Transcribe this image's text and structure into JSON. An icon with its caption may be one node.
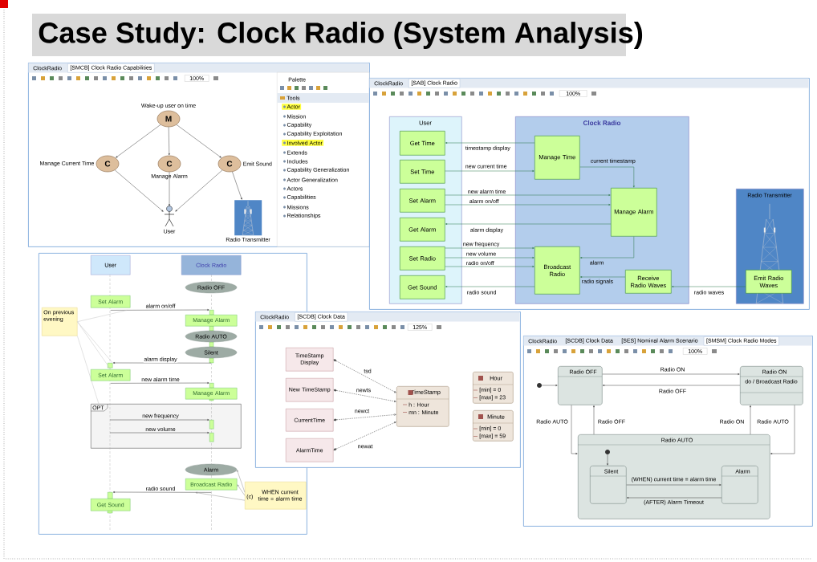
{
  "diagram": {
    "title": "Case Study: Clock Radio (System Analysis)",
    "nodes": [
      {
        "text": [
          "ClockRadio",
          "[SMCB] Clock Radio Capabilities",
          "100%"
        ]
      },
      {
        "text": [
          "Palette",
          "Tools",
          "Actor",
          "Mission",
          "Capability",
          "Capability Exploitation",
          "Involved Actor",
          "Extends",
          "Includes",
          "Capability Generalization",
          "Actor Generalization",
          "Actors",
          "Capabilities",
          "Missions",
          "Relationships"
        ],
        "in": 0
      },
      {
        "text": [
          "M"
        ],
        "beside": [
          "Wake-up user on time"
        ],
        "in": 0
      },
      {
        "text": [
          "C"
        ],
        "beside": [
          "Manage Current Time"
        ],
        "in": 0
      },
      {
        "text": [
          "C"
        ],
        "beside": [
          "Manage Alarm"
        ],
        "in": 0
      },
      {
        "text": [
          "C"
        ],
        "beside": [
          "Emit Sound"
        ],
        "in": 0
      },
      {
        "text": [
          "User"
        ],
        "in": 0
      },
      {
        "text": [
          "Radio Transmitter"
        ],
        "in": 0
      },
      {
        "text": [
          "ClockRadio",
          "[SAB] Clock Radio",
          "100%"
        ]
      },
      {
        "text": [
          "User"
        ],
        "in": 8
      },
      {
        "text": [
          "Get Time"
        ],
        "in": 9
      },
      {
        "text": [
          "Set Time"
        ],
        "in": 9
      },
      {
        "text": [
          "Set Alarm"
        ],
        "in": 9
      },
      {
        "text": [
          "Get Alarm"
        ],
        "in": 9
      },
      {
        "text": [
          "Set Radio"
        ],
        "in": 9
      },
      {
        "text": [
          "Get Sound"
        ],
        "in": 9
      },
      {
        "text": [
          "Clock Radio"
        ],
        "in": 8
      },
      {
        "text": [
          "Manage Time"
        ],
        "in": 16
      },
      {
        "text": [
          "Manage Alarm"
        ],
        "in": 16
      },
      {
        "text": [
          "Broadcast Radio"
        ],
        "in": 16
      },
      {
        "text": [
          "Receive Radio Waves"
        ],
        "in": 16
      },
      {
        "text": [
          "Radio Transmitter"
        ],
        "in": 8
      },
      {
        "text": [
          "Emit Radio Waves"
        ],
        "in": 21
      },
      {
        "text": [],
        "shape": "box"
      },
      {
        "text": [
          "User"
        ],
        "in": 23
      },
      {
        "text": [
          "Clock Radio"
        ],
        "in": 23
      },
      {
        "text": [
          "Radio OFF"
        ],
        "in": 23
      },
      {
        "text": [
          "Set Alarm"
        ],
        "in": 23
      },
      {
        "text": [
          "On previous evening"
        ],
        "in": 23
      },
      {
        "text": [
          "Manage Alarm"
        ],
        "in": 23
      },
      {
        "text": [
          "Radio AUTO"
        ],
        "in": 23
      },
      {
        "text": [
          "Silent"
        ],
        "in": 23
      },
      {
        "text": [],
        "shape": "bar",
        "in": 23
      },
      {
        "text": [],
        "shape": "bar",
        "in": 23
      },
      {
        "text": [
          "Set Alarm"
        ],
        "in": 23
      },
      {
        "text": [],
        "shape": "bar",
        "in": 23
      },
      {
        "text": [
          "Manage Alarm"
        ],
        "in": 23
      },
      {
        "text": [
          "OPT"
        ],
        "in": 23
      },
      {
        "text": [],
        "shape": "bar",
        "in": 37
      },
      {
        "text": [],
        "shape": "bar",
        "in": 37
      },
      {
        "text": [
          "Alarm"
        ],
        "in": 23
      },
      {
        "text": [
          "Broadcast Radio"
        ],
        "in": 23
      },
      {
        "text": [
          "(c)",
          "WHEN current time = alarm time"
        ],
        "in": 23
      },
      {
        "text": [
          "Get Sound"
        ],
        "in": 23
      },
      {
        "text": [],
        "shape": "bar",
        "in": 23
      },
      {
        "text": [
          "ClockRadio",
          "[SCDB] Clock Data",
          "125%"
        ]
      },
      {
        "text": [
          "TimeStamp Display"
        ],
        "in": 45
      },
      {
        "text": [
          "New TimeStamp"
        ],
        "in": 45
      },
      {
        "text": [
          "CurrentTime"
        ],
        "in": 45
      },
      {
        "text": [
          "AlarmTime"
        ],
        "in": 45
      },
      {
        "text": [
          "TimeStamp",
          "h : Hour",
          "mn : Minute"
        ],
        "in": 45
      },
      {
        "text": [
          "Hour",
          "[min] = 0",
          "[max] = 23"
        ],
        "in": 45
      },
      {
        "text": [
          "Minute",
          "[min] = 0",
          "[max] = 59"
        ],
        "in": 45
      },
      {
        "text": [
          "ClockRadio",
          "[SCDB] Clock Data",
          "[SES] Nominal Alarm Scenario",
          "[SMSM] Clock Radio Modes",
          "100%"
        ]
      },
      {
        "text": [],
        "shape": "circle",
        "in": 53
      },
      {
        "text": [
          "Radio OFF"
        ],
        "in": 53
      },
      {
        "text": [
          "Radio ON",
          "do / Broadcast Radio"
        ],
        "in": 53
      },
      {
        "text": [
          "Radio AUTO"
        ],
        "in": 53
      },
      {
        "text": [],
        "shape": "circle",
        "in": 57
      },
      {
        "text": [
          "Silent"
        ],
        "in": 57
      },
      {
        "text": [
          "Alarm"
        ],
        "in": 57
      }
    ],
    "edges": [
      {
        "from": 2,
        "to": 3,
        "arrow": "to"
      },
      {
        "from": 2,
        "to": 4,
        "arrow": "to"
      },
      {
        "from": 2,
        "to": 5,
        "arrow": "to"
      },
      {
        "from": 3,
        "to": 6,
        "arrow": "to"
      },
      {
        "from": 4,
        "to": 6,
        "arrow": "to"
      },
      {
        "from": 5,
        "to": 6,
        "arrow": "to"
      },
      {
        "from": 5,
        "to": 7,
        "arrow": "to"
      },
      {
        "from": 17,
        "to": 10,
        "arrow": "to",
        "label": "timestamp display",
        "color": "#2f7a4a"
      },
      {
        "from": 11,
        "to": 17,
        "arrow": "to",
        "label": "new current time",
        "color": "#2f7a4a"
      },
      {
        "from": 17,
        "to": 18,
        "arrow": "to",
        "label": "current timestamp",
        "color": "#2f7a4a"
      },
      {
        "from": 12,
        "to": 18,
        "arrow": "to",
        "label": "new alarm time",
        "color": "#2f7a4a"
      },
      {
        "from": 12,
        "to": 18,
        "arrow": "to",
        "label": "alarm on/off",
        "color": "#2f7a4a"
      },
      {
        "from": 18,
        "to": 13,
        "arrow": "to",
        "label": "alarm display",
        "color": "#2f7a4a"
      },
      {
        "from": 14,
        "to": 19,
        "arrow": "to",
        "label": "new frequency",
        "color": "#2f7a4a"
      },
      {
        "from": 14,
        "to": 19,
        "arrow": "to",
        "label": "new volume",
        "color": "#2f7a4a"
      },
      {
        "from": 14,
        "to": 19,
        "arrow": "to",
        "label": "radio on/off",
        "color": "#2f7a4a"
      },
      {
        "from": 18,
        "to": 19,
        "arrow": "to",
        "label": "alarm",
        "color": "#2f7a4a"
      },
      {
        "from": 19,
        "to": 15,
        "arrow": "to",
        "label": "radio sound",
        "color": "#2f7a4a"
      },
      {
        "from": 20,
        "to": 19,
        "arrow": "to",
        "label": "radio signals",
        "color": "#2f7a4a"
      },
      {
        "from": 22,
        "to": 20,
        "arrow": "to",
        "label": "radio waves",
        "color": "#2f7a4a"
      },
      {
        "from": 27,
        "to": 32,
        "arrow": "to",
        "label": "alarm on/off"
      },
      {
        "from": 31,
        "to": 33,
        "arrow": "to",
        "label": "alarm display"
      },
      {
        "from": 34,
        "to": 35,
        "arrow": "to",
        "label": "new alarm time"
      },
      {
        "from": null,
        "to": 38,
        "arrow": "to",
        "label": "new frequency"
      },
      {
        "from": null,
        "to": 39,
        "arrow": "to",
        "label": "new volume"
      },
      {
        "from": 41,
        "to": 44,
        "arrow": "to",
        "label": "radio sound"
      },
      {
        "from": 28,
        "to": 27,
        "arrow": "none",
        "color": "#c4c4c4"
      },
      {
        "from": 28,
        "to": 33,
        "arrow": "none",
        "color": "#c4c4c4"
      },
      {
        "from": 28,
        "to": 34,
        "arrow": "none",
        "color": "#c4c4c4"
      },
      {
        "from": 28,
        "to": 37,
        "arrow": "none",
        "color": "#c4c4c4"
      },
      {
        "from": 42,
        "to": 40,
        "arrow": "to",
        "color": "#909090"
      },
      {
        "from": 42,
        "to": 41,
        "arrow": "to",
        "color": "#909090"
      },
      {
        "from": 42,
        "to": 41,
        "arrow": "to",
        "color": "#909090"
      },
      {
        "from": 46,
        "to": 50,
        "arrow": "to",
        "label": "tsd",
        "style": "dashed"
      },
      {
        "from": 47,
        "to": 50,
        "arrow": "to",
        "label": "newts",
        "style": "dashed"
      },
      {
        "from": 48,
        "to": 50,
        "arrow": "to",
        "label": "newct",
        "style": "dashed"
      },
      {
        "from": 49,
        "to": 50,
        "arrow": "to",
        "label": "newat",
        "style": "dashed"
      },
      {
        "from": 54,
        "to": 55,
        "arrow": "to"
      },
      {
        "from": 55,
        "to": 56,
        "arrow": "to",
        "label": "Radio ON"
      },
      {
        "from": 56,
        "to": 55,
        "arrow": "to",
        "label": "Radio OFF"
      },
      {
        "from": 55,
        "to": 57,
        "arrow": "to",
        "label": "Radio AUTO"
      },
      {
        "from": 57,
        "to": 55,
        "arrow": "to",
        "label": "Radio OFF"
      },
      {
        "from": 57,
        "to": 56,
        "arrow": "to",
        "label": "Radio ON"
      },
      {
        "from": 56,
        "to": 57,
        "arrow": "to",
        "label": "Radio AUTO"
      },
      {
        "from": 58,
        "to": 59,
        "arrow": "to"
      },
      {
        "from": 59,
        "to": 60,
        "arrow": "to",
        "label": "(WHEN) current time = alarm time"
      },
      {
        "from": 60,
        "to": 59,
        "arrow": "to",
        "label": "(AFTER) Alarm Timeout"
      }
    ]
  }
}
